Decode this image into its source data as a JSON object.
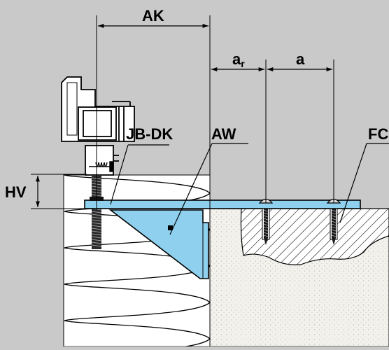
{
  "labels": {
    "ak": "AK",
    "ar_main": "a",
    "ar_sub": "r",
    "a": "a",
    "jbdk": "JB-DK",
    "aw": "AW",
    "fc": "FC",
    "hv": "HV"
  },
  "colors": {
    "background": "#c9c9c9",
    "bracket": "#8fd0ee",
    "concrete": "#f2f1ec",
    "insulation": "#ffffff",
    "frame": "#ffffff",
    "line": "#000000"
  }
}
